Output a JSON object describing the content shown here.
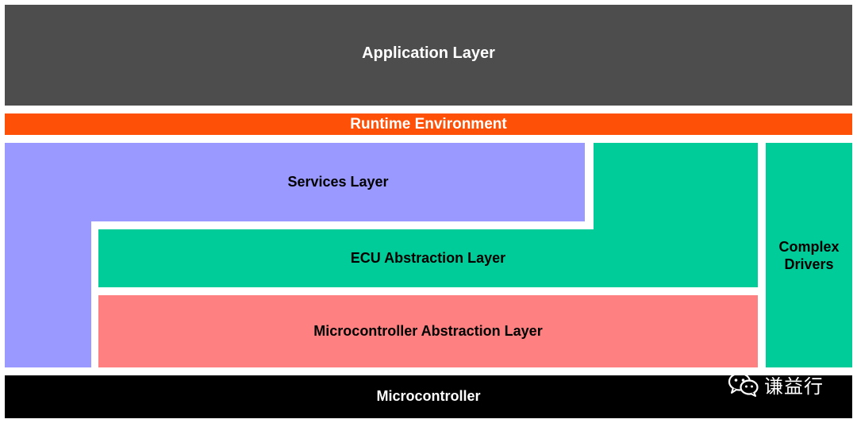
{
  "diagram": {
    "application_layer": "Application Layer",
    "runtime_environment": "Runtime Environment",
    "services_layer": "Services Layer",
    "ecu_abstraction_layer": "ECU Abstraction Layer",
    "microcontroller_abstraction_layer": "Microcontroller Abstraction Layer",
    "complex_drivers_line1": "Complex",
    "complex_drivers_line2": "Drivers",
    "microcontroller": "Microcontroller"
  },
  "watermark": {
    "icon": "wechat-icon",
    "text": "谦益行"
  },
  "colors": {
    "application": "#4d4d4d",
    "runtime": "#ff5008",
    "services": "#9999ff",
    "ecu_abstraction": "#00cc99",
    "mcal": "#ff8080",
    "complex_drivers": "#00cc99",
    "microcontroller": "#000000"
  }
}
